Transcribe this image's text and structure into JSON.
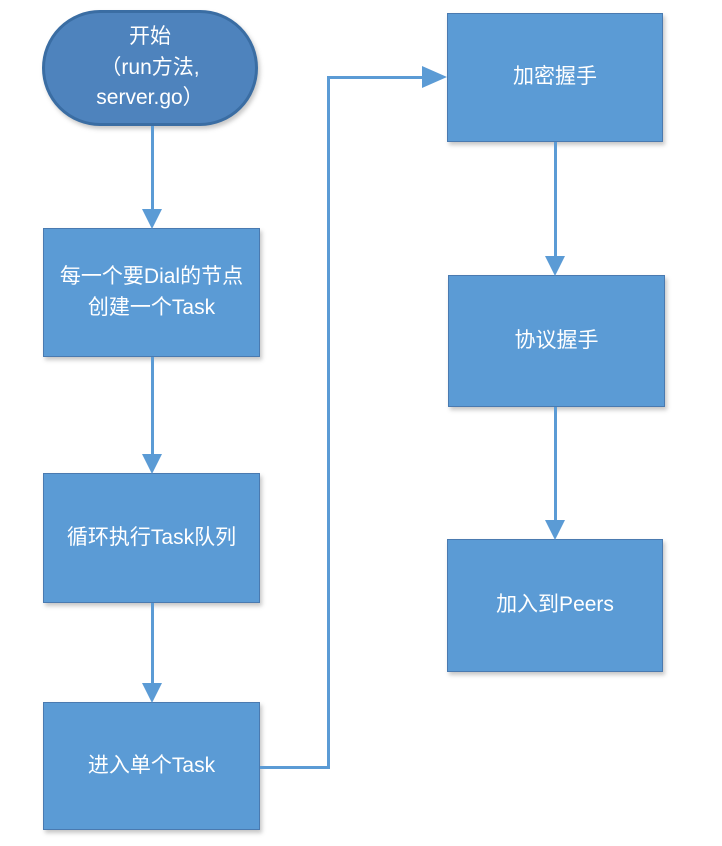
{
  "diagram": {
    "type": "flowchart",
    "language": "zh-CN",
    "colors": {
      "process_fill": "#5b9bd5",
      "process_border": "#4a7ab0",
      "terminator_fill": "#4e83bd",
      "terminator_border": "#3a6da3",
      "arrow": "#5b9bd5",
      "text": "#ffffff",
      "background": "#ffffff"
    },
    "nodes": [
      {
        "id": "start",
        "type": "terminator",
        "label": "开始\n（run方法,\nserver.go）"
      },
      {
        "id": "create-task",
        "type": "process",
        "label": "每一个要Dial的节点创建一个Task"
      },
      {
        "id": "loop-task-queue",
        "type": "process",
        "label": "循环执行Task队列"
      },
      {
        "id": "enter-single-task",
        "type": "process",
        "label": "进入单个Task"
      },
      {
        "id": "crypto-handshake",
        "type": "process",
        "label": "加密握手"
      },
      {
        "id": "protocol-handshake",
        "type": "process",
        "label": "协议握手"
      },
      {
        "id": "join-peers",
        "type": "process",
        "label": "加入到Peers"
      }
    ],
    "edges": [
      {
        "from": "start",
        "to": "create-task",
        "route": "straight-down"
      },
      {
        "from": "create-task",
        "to": "loop-task-queue",
        "route": "straight-down"
      },
      {
        "from": "loop-task-queue",
        "to": "enter-single-task",
        "route": "straight-down"
      },
      {
        "from": "enter-single-task",
        "to": "crypto-handshake",
        "route": "right-up-right-elbow"
      },
      {
        "from": "crypto-handshake",
        "to": "protocol-handshake",
        "route": "straight-down"
      },
      {
        "from": "protocol-handshake",
        "to": "join-peers",
        "route": "straight-down"
      }
    ]
  }
}
